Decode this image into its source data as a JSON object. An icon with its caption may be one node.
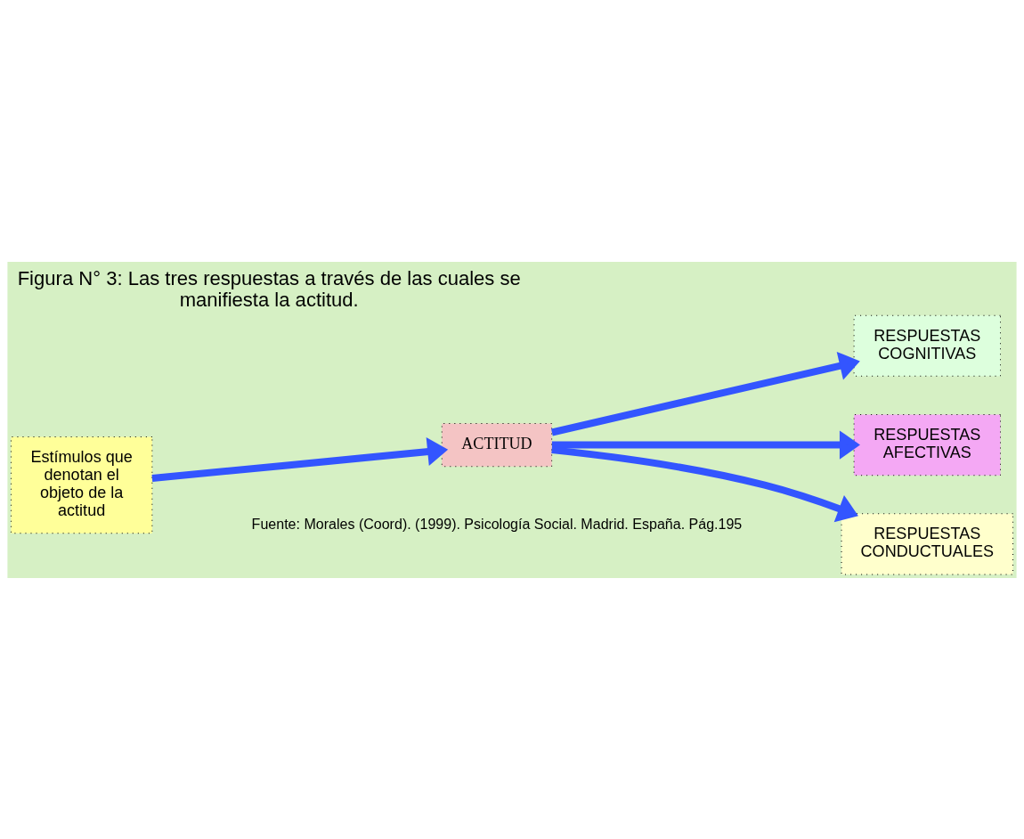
{
  "diagram": {
    "title": "Figura N° 3: Las tres respuestas a través de las cuales se manifiesta la actitud.",
    "caption": "Fuente: Morales (Coord). (1999). Psicología Social. Madrid. España. Pág.195",
    "nodes": [
      {
        "text": [
          "Estímulos que denotan el objeto de la actitud"
        ]
      },
      {
        "text": [
          "ACTITUD"
        ]
      },
      {
        "text": [
          "RESPUESTAS COGNITIVAS"
        ]
      },
      {
        "text": [
          "RESPUESTAS AFECTIVAS"
        ]
      },
      {
        "text": [
          "RESPUESTAS CONDUCTUALES"
        ]
      }
    ],
    "edges": [
      {
        "from": 0,
        "to": 1,
        "arrow": "to"
      },
      {
        "from": 1,
        "to": 2,
        "arrow": "to"
      },
      {
        "from": 1,
        "to": 3,
        "arrow": "to"
      },
      {
        "from": 1,
        "to": 4,
        "arrow": "to"
      }
    ]
  }
}
